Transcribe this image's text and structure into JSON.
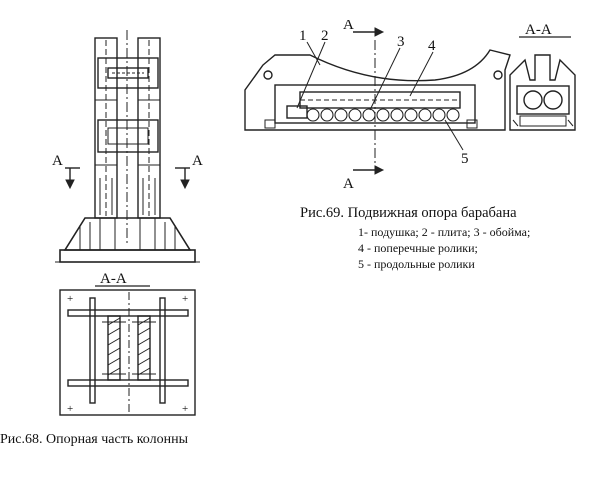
{
  "fig68": {
    "caption": "Рис.68. Опорная часть колонны",
    "label_a_left": "А",
    "label_a_right": "А",
    "section_label": "А-А"
  },
  "fig69": {
    "caption": "Рис.69. Подвижная опора барабана",
    "legend": [
      "1- подушка; 2 - плита; 3 - обойма;",
      "4 - поперечные ролики;",
      "5 - продольные ролики"
    ],
    "callouts": [
      "1",
      "2",
      "3",
      "4",
      "5"
    ],
    "label_a_top": "А",
    "label_a_bottom": "А",
    "section_label": "А-А"
  }
}
